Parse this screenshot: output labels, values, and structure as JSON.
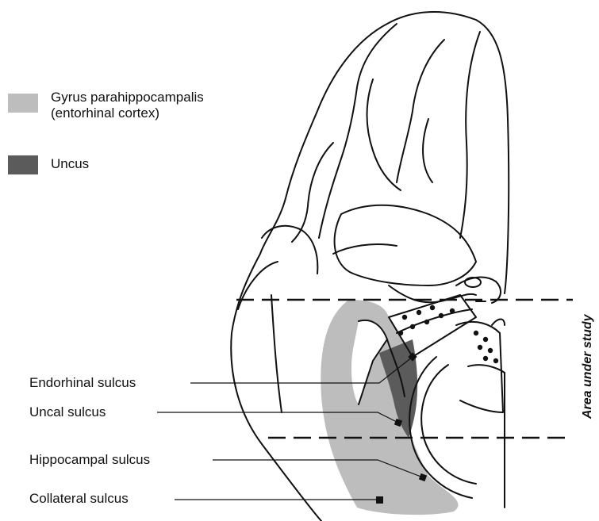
{
  "legend": {
    "items": [
      {
        "line1": "Gyrus parahippocampalis",
        "line2": "(entorhinal cortex)",
        "color": "#bdbdbd"
      },
      {
        "line1": "Uncus",
        "line2": "",
        "color": "#5b5b5b"
      }
    ]
  },
  "labels": {
    "endorhinal": "Endorhinal sulcus",
    "uncal": "Uncal sulcus",
    "hippocampal": "Hippocampal sulcus",
    "collateral": "Collateral sulcus",
    "area": "Area under study"
  },
  "colors": {
    "outline": "#111111",
    "parahippocampal": "#bdbdbd",
    "uncus": "#5b5b5b"
  }
}
